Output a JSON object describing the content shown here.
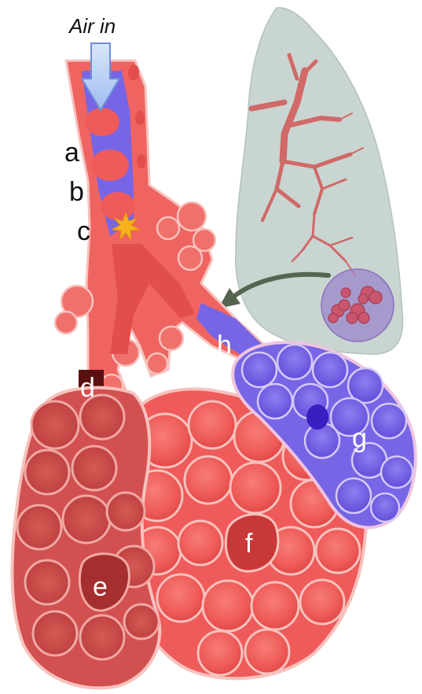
{
  "title": "Air in",
  "labels": {
    "a": "a",
    "b": "b",
    "c": "c",
    "d": "d",
    "e": "e",
    "f": "f",
    "g": "g",
    "h": "h"
  },
  "colors": {
    "tissue": "#ef5a5a",
    "tissue_light": "#f58a86",
    "tissue_dark": "#c73a3a",
    "outline": "#f7c2bd",
    "deoxygenated": "#7666e6",
    "deox_dark": "#4b37c8",
    "dark_lobe": "#cc4545",
    "lung_bg": "#c9d5d1",
    "arrow_fill": "#b6cdf4",
    "arrow_stroke": "#6d8fd6",
    "pointer_arrow": "#55654f",
    "spark": "#f5b21e",
    "lens": "#9a82c9"
  },
  "icons": {
    "air_arrow": "down-arrow-icon",
    "spark": "starburst-icon",
    "pointer": "curved-arrow-icon"
  }
}
